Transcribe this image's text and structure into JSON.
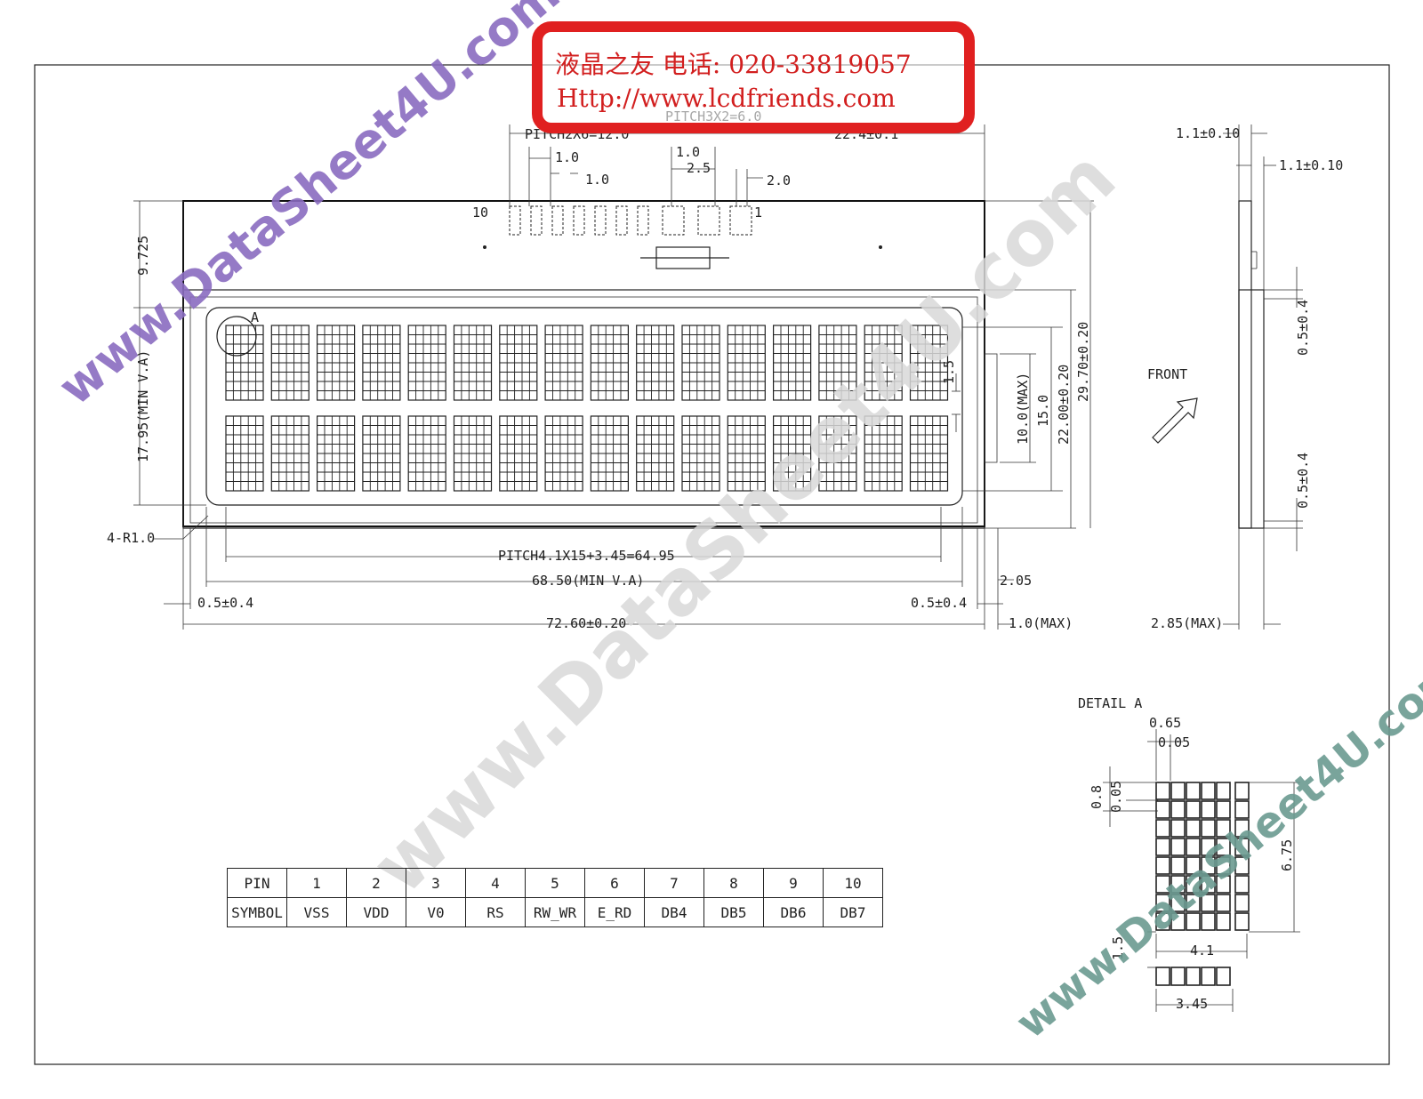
{
  "stamp": {
    "line1": "液晶之友 电话: 020-33819057",
    "line2": "Http://www.lcdfriends.com",
    "color": "#e02020"
  },
  "watermarks": {
    "left": "www.DataSheet4U.com",
    "center": "www.DataSheet4U.com",
    "right": "www.DataSheet4U.com",
    "left_color": "#8a6cc0",
    "right_color": "#6a9a90",
    "center_color": "#d8d8d8"
  },
  "pins_top": {
    "first": "10",
    "last": "1"
  },
  "dimensions": {
    "pitch_pins": "PITCH3X2=6.0",
    "pitch_pins_2": "PITCH2X6=12.0",
    "top_width": "22.4±0.1",
    "pin_w1": "1.0",
    "pin_w2": "1.0",
    "pin_w3": "1.0",
    "pin_pitch": "2.5",
    "pin_gap": "2.0",
    "left_top": "9.725",
    "left_va": "17.95(MIN V.A)",
    "radius": "4-R1.0",
    "char_pitch": "PITCH4.1X15+3.45=64.95",
    "va_width": "68.50(MIN V.A)",
    "margin_left": "0.5±0.4",
    "margin_right": "0.5±0.4",
    "total_width": "72.60±0.20",
    "right_205": "2.05",
    "right_max": "1.0(MAX)",
    "row_gap": "1.5",
    "h_10": "10.0(MAX)",
    "h_15": "15.0",
    "h_22": "22.00±0.20",
    "h_297": "29.70±0.20",
    "detail_a_marker": "A"
  },
  "side_view": {
    "t1": "1.1±0.10",
    "t2": "1.1±0.10",
    "front": "FRONT",
    "m1": "0.5±0.4",
    "m2": "0.5±0.4",
    "thickness": "2.85(MAX)"
  },
  "detail": {
    "title": "DETAIL A",
    "d065": "0.65",
    "d005": "0.05",
    "d08": "0.8",
    "d005v": "0.05",
    "d675": "6.75",
    "d41": "4.1",
    "d15": "1.5",
    "d345": "3.45"
  },
  "pin_table": {
    "header_label": "PIN",
    "symbol_label": "SYMBOL",
    "pins": [
      "1",
      "2",
      "3",
      "4",
      "5",
      "6",
      "7",
      "8",
      "9",
      "10"
    ],
    "symbols": [
      "VSS",
      "VDD",
      "V0",
      "RS",
      "RW_WR",
      "E_RD",
      "DB4",
      "DB5",
      "DB6",
      "DB7"
    ]
  }
}
